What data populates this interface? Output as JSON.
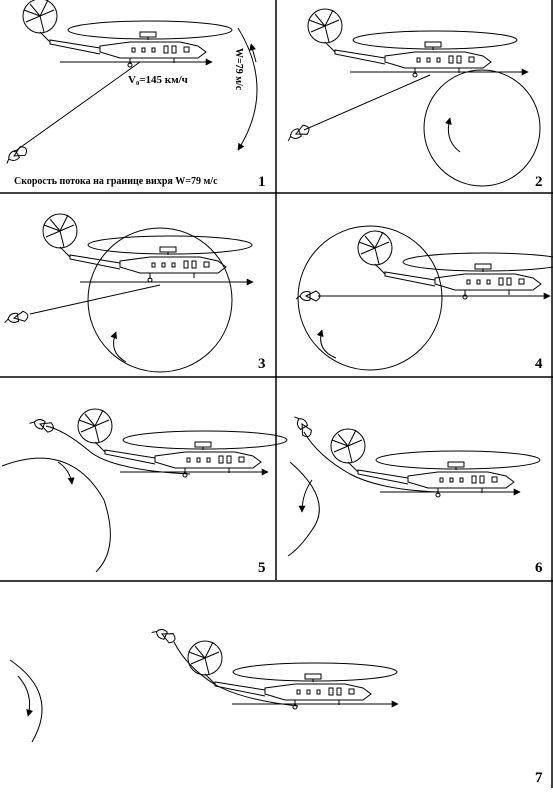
{
  "panels": [
    {
      "number": "1"
    },
    {
      "number": "2"
    },
    {
      "number": "3"
    },
    {
      "number": "4"
    },
    {
      "number": "5"
    },
    {
      "number": "6"
    },
    {
      "number": "7"
    }
  ],
  "labels": {
    "speed": "V₀=145 км/ч",
    "vortex_speed": "W=79 м/с",
    "caption": "Скорость потока на границе вихря W=79 м/с"
  }
}
